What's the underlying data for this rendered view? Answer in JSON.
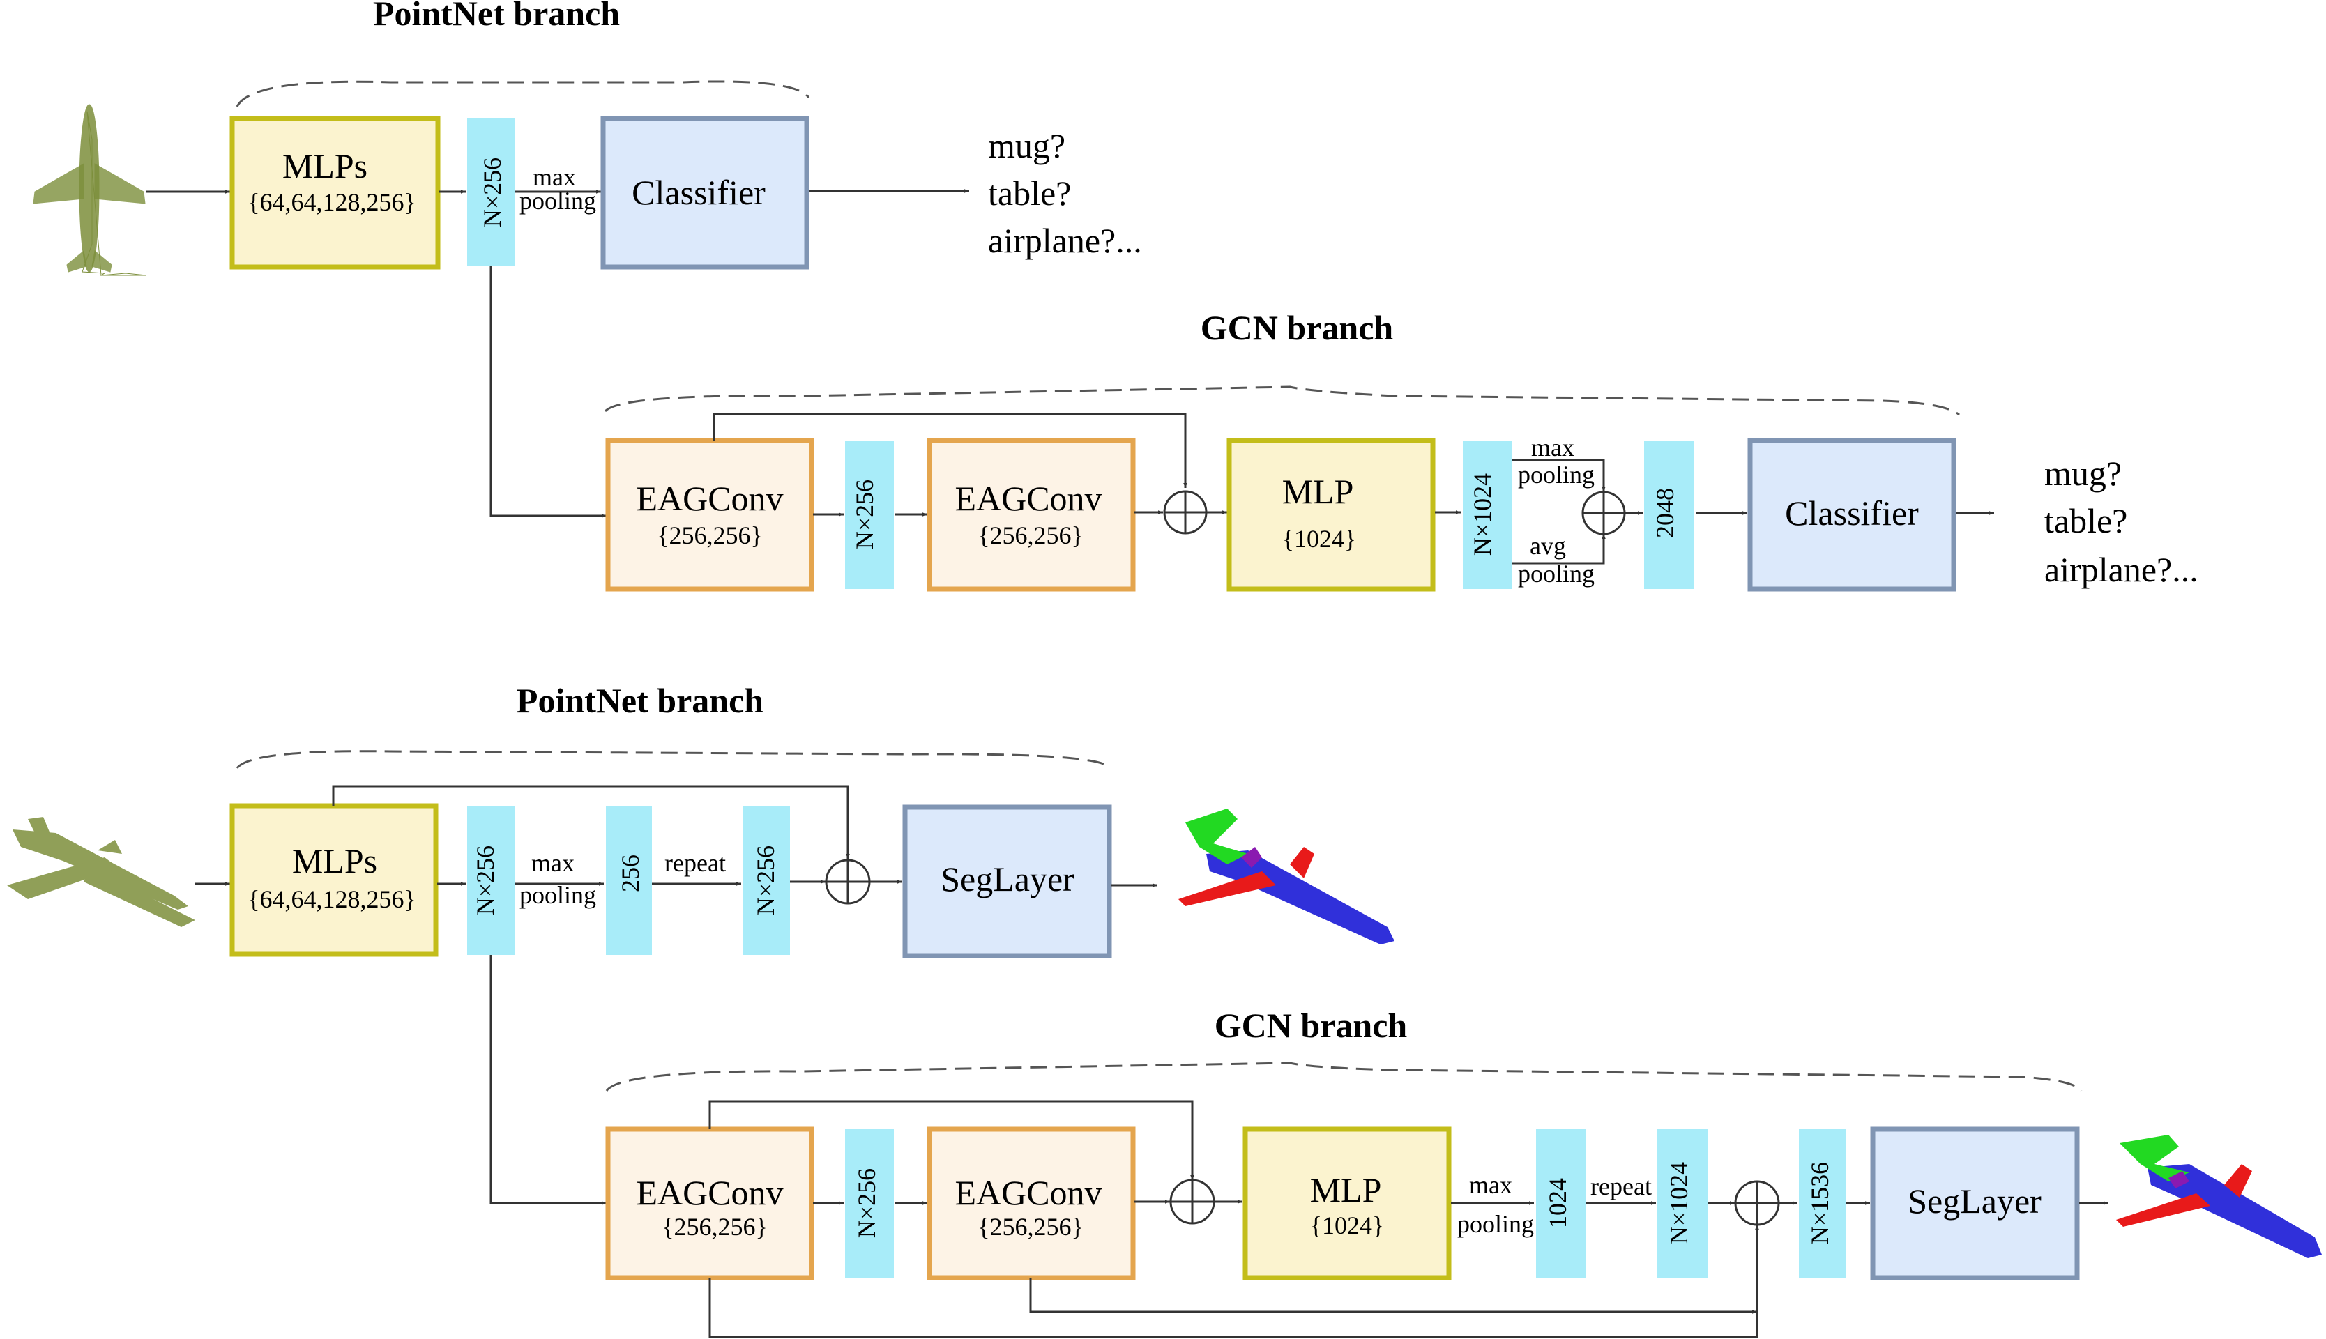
{
  "colors": {
    "mlp_fill": "#fbf3cf",
    "mlp_stroke": "#c3bd1a",
    "classifier_fill": "#dce9fb",
    "classifier_stroke": "#8095b3",
    "eag_fill": "#fdf3e6",
    "eag_stroke": "#e4a54e",
    "feature_fill": "#a8ecf9",
    "point_cloud_olive": "#7d8f3c",
    "seg_red": "#e81a1a",
    "seg_green": "#22d922",
    "seg_blue": "#1a1ad6"
  },
  "classification": {
    "pointnet": {
      "title": "PointNet branch",
      "mlp_label": "MLPs",
      "mlp_sub": "{64,64,128,256}",
      "feat": "N×256",
      "pool_top": "max",
      "pool_bottom": "pooling",
      "classifier": "Classifier",
      "outputs": [
        "mug?",
        "table?",
        "airplane?..."
      ]
    },
    "gcn": {
      "title": "GCN branch",
      "eag1_label": "EAGConv",
      "eag1_sub": "{256,256}",
      "feat1": "N×256",
      "eag2_label": "EAGConv",
      "eag2_sub": "{256,256}",
      "mlp_label": "MLP",
      "mlp_sub": "{1024}",
      "feat2": "N×1024",
      "max_top": "max",
      "max_bottom": "pooling",
      "avg_top": "avg",
      "avg_bottom": "pooling",
      "feat3": "2048",
      "classifier": "Classifier",
      "outputs": [
        "mug?",
        "table?",
        "airplane?..."
      ]
    }
  },
  "segmentation": {
    "pointnet": {
      "title": "PointNet branch",
      "mlp_label": "MLPs",
      "mlp_sub": "{64,64,128,256}",
      "feat1": "N×256",
      "pool_top": "max",
      "pool_bottom": "pooling",
      "feat2": "256",
      "repeat": "repeat",
      "feat3": "N×256",
      "seg": "SegLayer"
    },
    "gcn": {
      "title": "GCN branch",
      "eag1_label": "EAGConv",
      "eag1_sub": "{256,256}",
      "feat1": "N×256",
      "eag2_label": "EAGConv",
      "eag2_sub": "{256,256}",
      "mlp_label": "MLP",
      "mlp_sub": "{1024}",
      "pool_top": "max",
      "pool_bottom": "pooling",
      "feat2": "1024",
      "repeat": "repeat",
      "feat3": "N×1024",
      "feat4": "N×1536",
      "seg": "SegLayer"
    }
  }
}
